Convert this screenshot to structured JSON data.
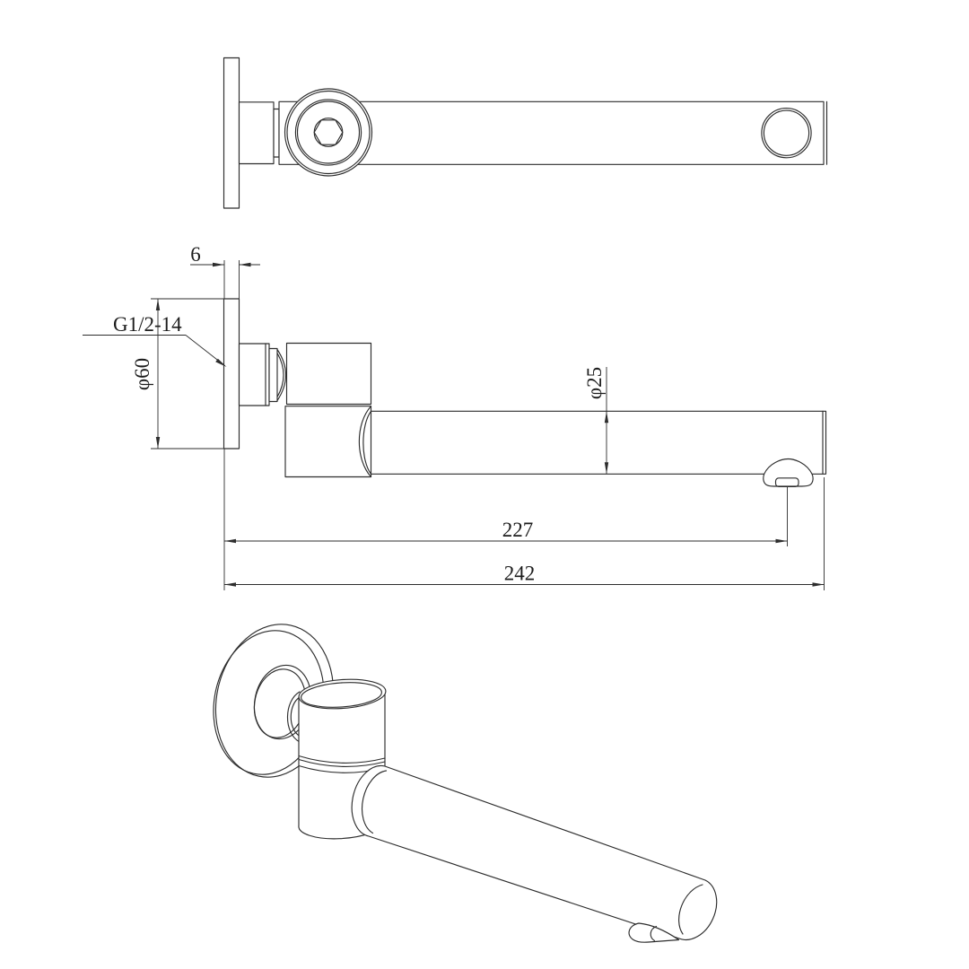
{
  "drawing": {
    "colors": {
      "line": "#2d2d2d",
      "background": "#ffffff"
    },
    "dimensions": {
      "plate_thickness": "6",
      "thread_spec": "G1/2-14",
      "flange_diameter": "φ60",
      "spout_diameter": "φ25",
      "reach_to_aerator": "227",
      "total_reach": "242"
    }
  }
}
